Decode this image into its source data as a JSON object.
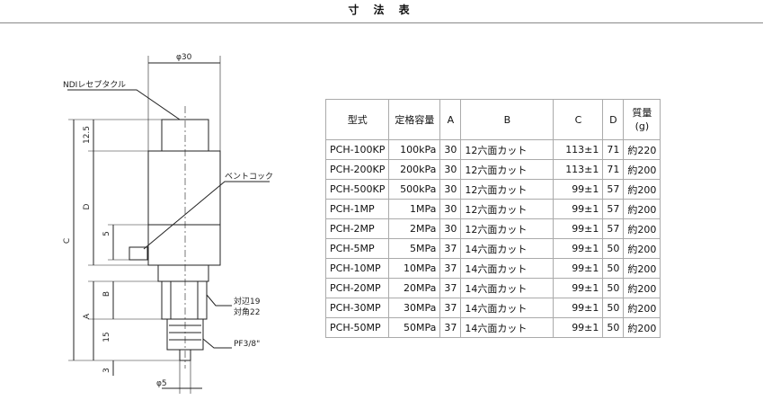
{
  "title": "寸 法 表",
  "drawing": {
    "phi30": "φ30",
    "receptacle": "NDIレセプタクル",
    "vent_cock": "ベントコック",
    "hex_flat": "対辺19",
    "hex_corner": "対角22",
    "thread": "PF3/8\"",
    "phi5": "φ5",
    "dim_12_5": "12.5",
    "dim_D": "D",
    "dim_C": "C",
    "dim_5": "5",
    "dim_B": "B",
    "dim_A": "A",
    "dim_15": "15",
    "dim_3": "3"
  },
  "table": {
    "headers": [
      "型式",
      "定格容量",
      "A",
      "B",
      "C",
      "D",
      "質量\n(g)"
    ],
    "rows": [
      [
        "PCH-100KP",
        "100kPa",
        "30",
        "12六面カット",
        "113±1",
        "71",
        "約220"
      ],
      [
        "PCH-200KP",
        "200kPa",
        "30",
        "12六面カット",
        "113±1",
        "71",
        "約200"
      ],
      [
        "PCH-500KP",
        "500kPa",
        "30",
        "12六面カット",
        "99±1",
        "57",
        "約200"
      ],
      [
        "PCH-1MP",
        "1MPa",
        "30",
        "12六面カット",
        "99±1",
        "57",
        "約200"
      ],
      [
        "PCH-2MP",
        "2MPa",
        "30",
        "12六面カット",
        "99±1",
        "57",
        "約200"
      ],
      [
        "PCH-5MP",
        "5MPa",
        "37",
        "14六面カット",
        "99±1",
        "50",
        "約200"
      ],
      [
        "PCH-10MP",
        "10MPa",
        "37",
        "14六面カット",
        "99±1",
        "50",
        "約200"
      ],
      [
        "PCH-20MP",
        "20MPa",
        "37",
        "14六面カット",
        "99±1",
        "50",
        "約200"
      ],
      [
        "PCH-30MP",
        "30MPa",
        "37",
        "14六面カット",
        "99±1",
        "50",
        "約200"
      ],
      [
        "PCH-50MP",
        "50MPa",
        "37",
        "14六面カット",
        "99±1",
        "50",
        "約200"
      ]
    ]
  }
}
